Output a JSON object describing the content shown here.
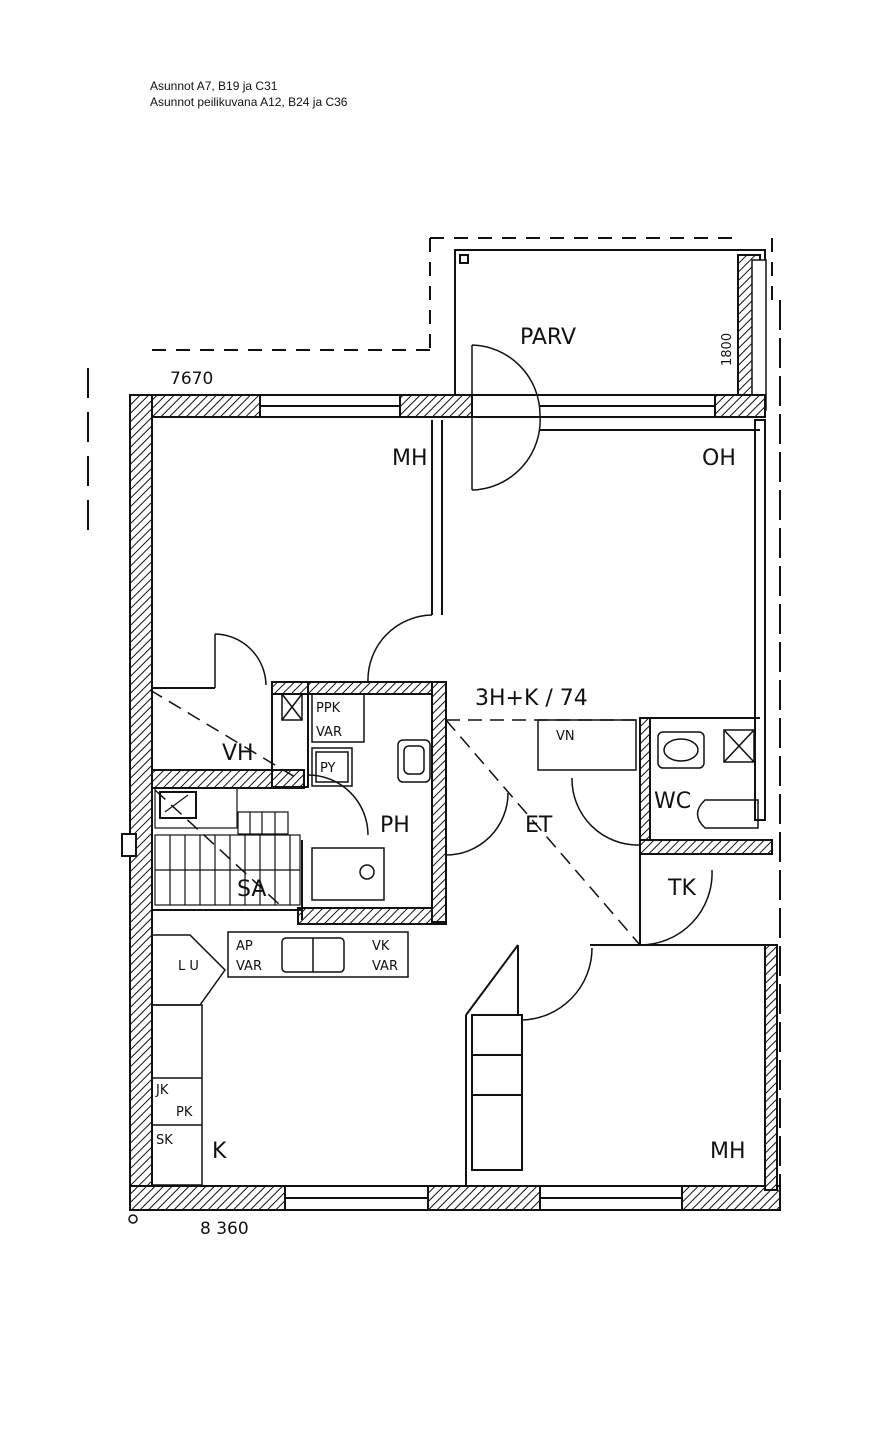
{
  "captions": {
    "line1": "Asunnot A7, B19 ja C31",
    "line2": "Asunnot peilikuvana A12, B24 ja C36"
  },
  "dimensions": {
    "top_width": "7670",
    "bottom_width": "8 360",
    "balcony_depth": "1800"
  },
  "apartment_type": "3H+K / 74",
  "rooms": {
    "balcony": "PARV",
    "bedroom_top": "MH",
    "living_room": "OH",
    "bedroom_bottom": "MH",
    "kitchen": "K",
    "hall": "ET",
    "toilet": "WC",
    "bathroom": "PH",
    "sauna": "SA",
    "closet": "TK",
    "walk_in_closet": "VH"
  },
  "fixtures": {
    "laundry_storage_1": "PPK",
    "laundry_storage_2": "VAR",
    "dryer": "PY",
    "linen_closet": "VN",
    "cleaning_storage_1": "AP",
    "cleaning_storage_2": "VAR",
    "cold_storage_1": "VK",
    "cold_storage_2": "VAR",
    "washer_dryer": "L U",
    "fridge": "JK",
    "freezer": "PK",
    "stove": "SK"
  }
}
